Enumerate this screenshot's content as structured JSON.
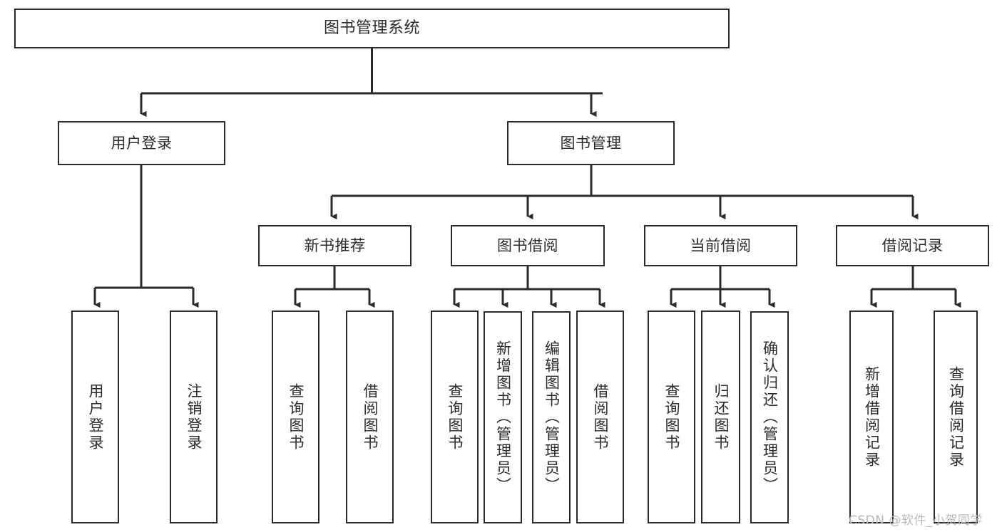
{
  "diagram": {
    "title": "图书管理系统",
    "type": "tree-hierarchy",
    "watermark": "CSDN @软件_小贺同学",
    "colors": {
      "box_border": "#2b2b2b",
      "box_fill": "#ffffff",
      "edge": "#2b2b2b",
      "text": "#2b2b2b",
      "background": "#ffffff",
      "watermark": "#b9b9b9"
    }
  },
  "nodes": {
    "root": {
      "label": "图书管理系统"
    },
    "level2": [
      {
        "id": "user-login",
        "label": "用户登录"
      },
      {
        "id": "book-manage",
        "label": "图书管理"
      }
    ],
    "level3": [
      {
        "id": "new-book-rec",
        "label": "新书推荐"
      },
      {
        "id": "book-borrow",
        "label": "图书借阅"
      },
      {
        "id": "current-borrow",
        "label": "当前借阅"
      },
      {
        "id": "borrow-record",
        "label": "借阅记录"
      }
    ],
    "leaves": [
      {
        "id": "leaf-user-login",
        "label": "用户登录",
        "parent": "user-login"
      },
      {
        "id": "leaf-logout",
        "label": "注销登录",
        "parent": "user-login"
      },
      {
        "id": "leaf-query-book-1",
        "label": "查询图书",
        "parent": "new-book-rec"
      },
      {
        "id": "leaf-borrow-book-1",
        "label": "借阅图书",
        "parent": "new-book-rec"
      },
      {
        "id": "leaf-query-book-2",
        "label": "查询图书",
        "parent": "book-borrow"
      },
      {
        "id": "leaf-add-book",
        "label": "新增图书（管理员）",
        "parent": "book-borrow"
      },
      {
        "id": "leaf-edit-book",
        "label": "编辑图书（管理员）",
        "parent": "book-borrow"
      },
      {
        "id": "leaf-borrow-book-2",
        "label": "借阅图书",
        "parent": "book-borrow"
      },
      {
        "id": "leaf-query-book-3",
        "label": "查询图书",
        "parent": "current-borrow"
      },
      {
        "id": "leaf-return-book",
        "label": "归还图书",
        "parent": "current-borrow"
      },
      {
        "id": "leaf-confirm-return",
        "label": "确认归还（管理员）",
        "parent": "current-borrow"
      },
      {
        "id": "leaf-add-record",
        "label": "新增借阅记录",
        "parent": "borrow-record"
      },
      {
        "id": "leaf-query-record",
        "label": "查询借阅记录",
        "parent": "borrow-record"
      }
    ]
  }
}
